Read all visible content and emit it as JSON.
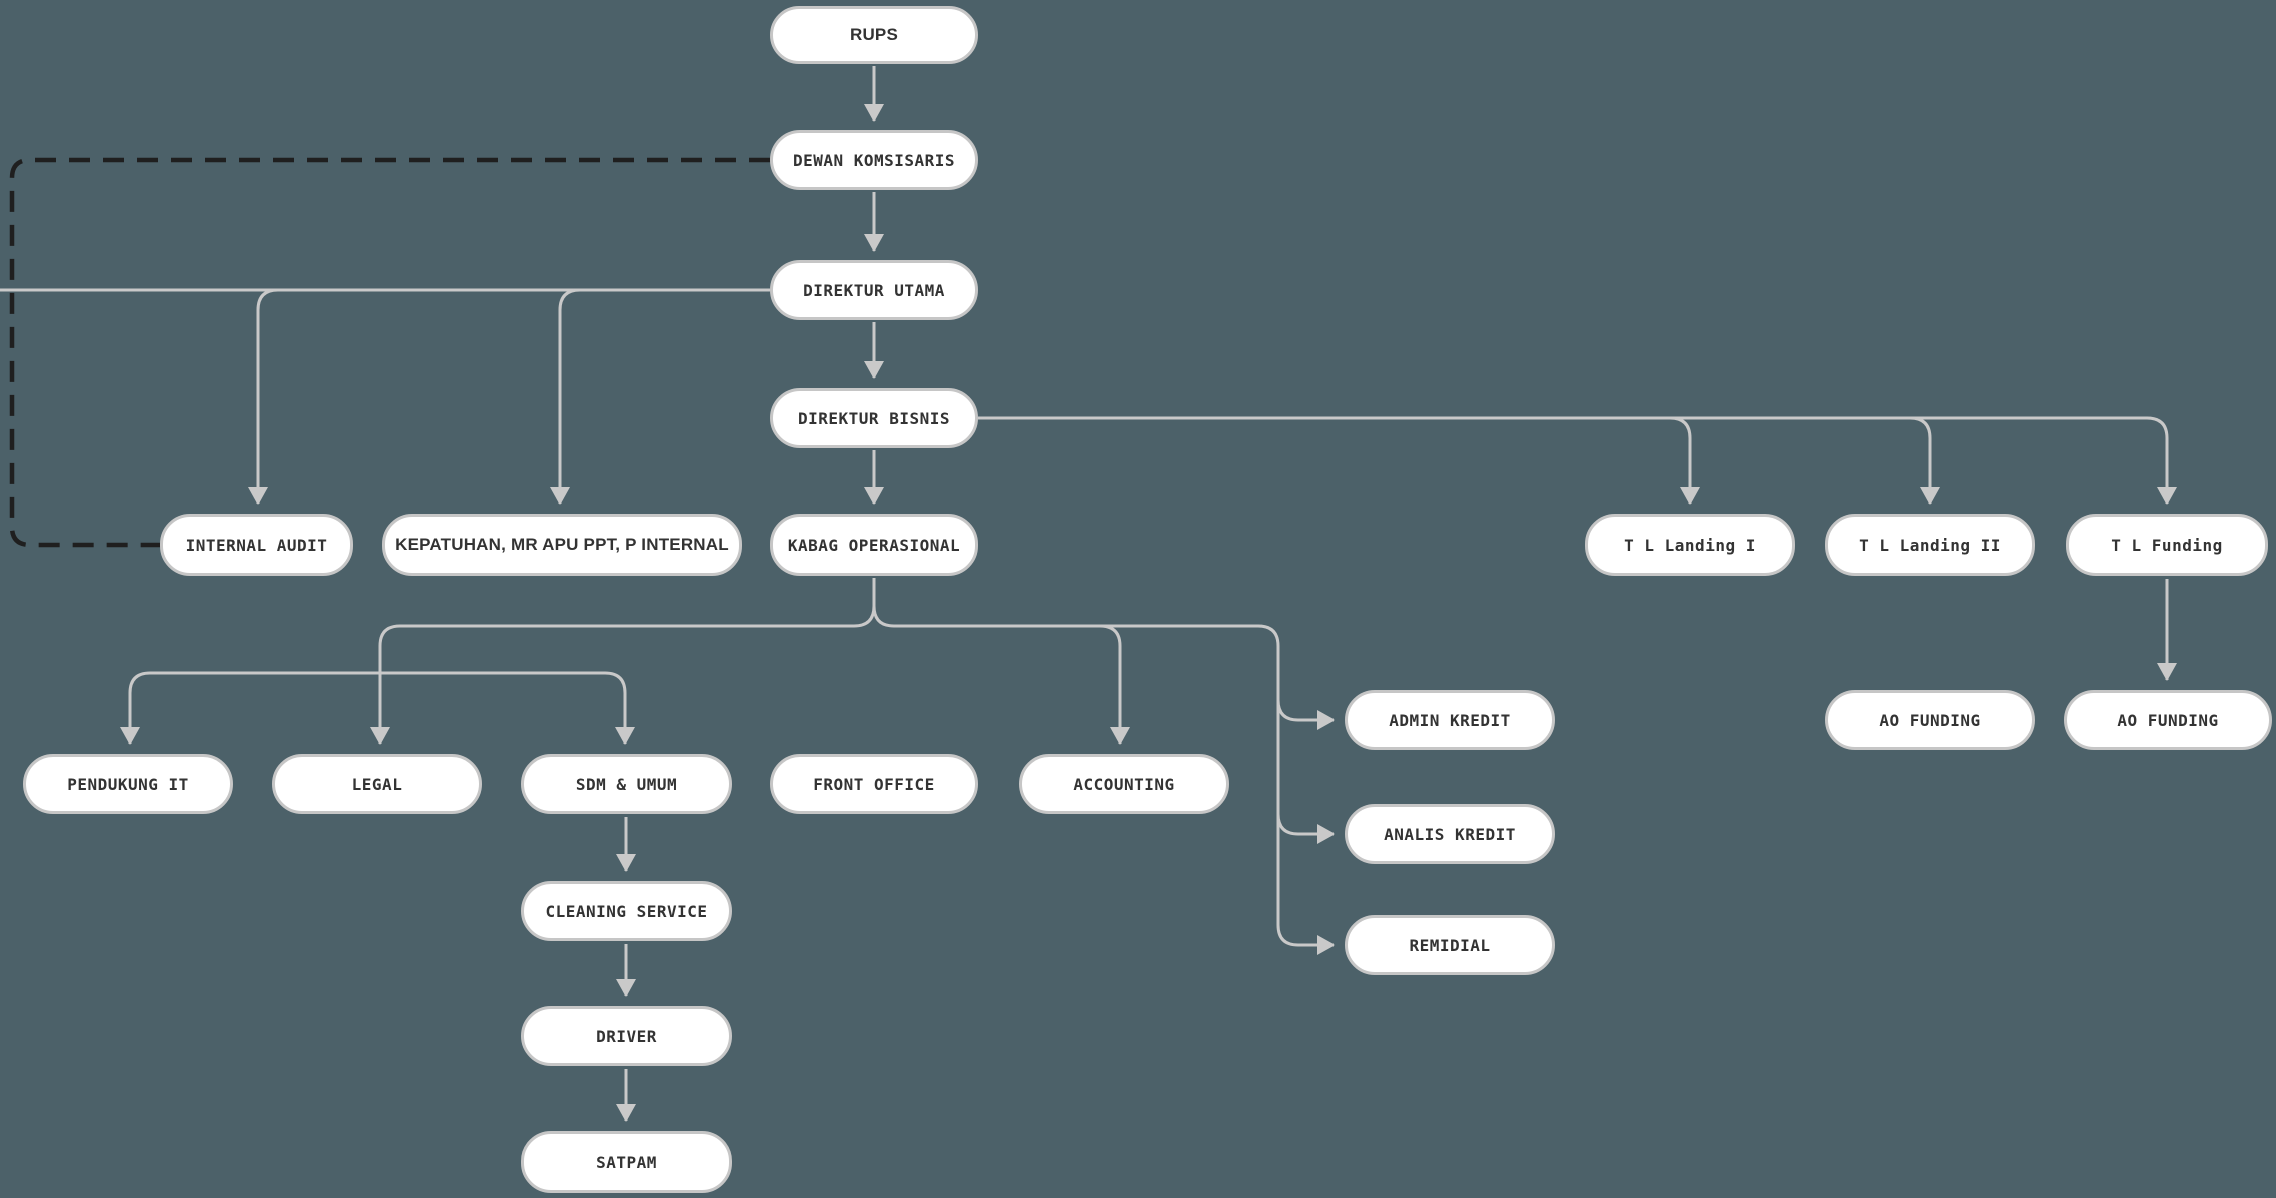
{
  "diagram": {
    "type": "org-chart",
    "colors": {
      "background": "#4C6169",
      "node_fill": "#FFFFFF",
      "node_border": "#C6C6C6",
      "node_text": "#333333",
      "edge": "#C9C9C9",
      "edge_dashed": "#1F1F1F"
    },
    "nodes": {
      "rups": {
        "label": "RUPS"
      },
      "dewan_komsisaris": {
        "label": "DEWAN KOMSISARIS"
      },
      "direktur_utama": {
        "label": "DIREKTUR UTAMA"
      },
      "direktur_bisnis": {
        "label": "DIREKTUR BISNIS"
      },
      "kabag_operasional": {
        "label": "KABAG OPERASIONAL"
      },
      "internal_audit": {
        "label": "INTERNAL AUDIT"
      },
      "kepatuhan": {
        "label": "KEPATUHAN, MR APU PPT, P INTERNAL"
      },
      "tl_landing_1": {
        "label": "T L Landing I"
      },
      "tl_landing_2": {
        "label": "T L Landing II"
      },
      "tl_funding": {
        "label": "T L Funding"
      },
      "ao_funding_1": {
        "label": "AO FUNDING"
      },
      "ao_funding_2": {
        "label": "AO FUNDING"
      },
      "admin_kredit": {
        "label": "ADMIN KREDIT"
      },
      "analis_kredit": {
        "label": "ANALIS KREDIT"
      },
      "remidial": {
        "label": "REMIDIAL"
      },
      "pendukung_it": {
        "label": "PENDUKUNG IT"
      },
      "legal": {
        "label": "LEGAL"
      },
      "sdm_umum": {
        "label": "SDM & UMUM"
      },
      "front_office": {
        "label": "FRONT OFFICE"
      },
      "accounting": {
        "label": "ACCOUNTING"
      },
      "cleaning_service": {
        "label": "CLEANING SERVICE"
      },
      "driver": {
        "label": "DRIVER"
      },
      "satpam": {
        "label": "SATPAM"
      }
    },
    "edges": [
      {
        "from": "rups",
        "to": "dewan_komsisaris",
        "style": "solid",
        "arrow": true
      },
      {
        "from": "dewan_komsisaris",
        "to": "direktur_utama",
        "style": "solid",
        "arrow": true
      },
      {
        "from": "direktur_utama",
        "to": "direktur_bisnis",
        "style": "solid",
        "arrow": true
      },
      {
        "from": "direktur_bisnis",
        "to": "kabag_operasional",
        "style": "solid",
        "arrow": true
      },
      {
        "from": "direktur_utama",
        "to": "internal_audit",
        "style": "solid",
        "arrow": true
      },
      {
        "from": "direktur_utama",
        "to": "kepatuhan",
        "style": "solid",
        "arrow": true
      },
      {
        "from": "direktur_bisnis",
        "to": "tl_landing_1",
        "style": "solid",
        "arrow": true
      },
      {
        "from": "direktur_bisnis",
        "to": "tl_landing_2",
        "style": "solid",
        "arrow": true
      },
      {
        "from": "direktur_bisnis",
        "to": "tl_funding",
        "style": "solid",
        "arrow": true
      },
      {
        "from": "tl_funding",
        "to": "ao_funding_2",
        "style": "solid",
        "arrow": true
      },
      {
        "from": "kabag_operasional",
        "to": "pendukung_it",
        "style": "solid",
        "arrow": true
      },
      {
        "from": "kabag_operasional",
        "to": "legal",
        "style": "solid",
        "arrow": true
      },
      {
        "from": "kabag_operasional",
        "to": "sdm_umum",
        "style": "solid",
        "arrow": true
      },
      {
        "from": "kabag_operasional",
        "to": "accounting",
        "style": "solid",
        "arrow": true
      },
      {
        "from": "kabag_operasional",
        "to": "admin_kredit",
        "style": "solid",
        "arrow": true
      },
      {
        "from": "kabag_operasional",
        "to": "analis_kredit",
        "style": "solid",
        "arrow": true
      },
      {
        "from": "kabag_operasional",
        "to": "remidial",
        "style": "solid",
        "arrow": true
      },
      {
        "from": "sdm_umum",
        "to": "cleaning_service",
        "style": "solid",
        "arrow": true
      },
      {
        "from": "cleaning_service",
        "to": "driver",
        "style": "solid",
        "arrow": true
      },
      {
        "from": "driver",
        "to": "satpam",
        "style": "solid",
        "arrow": true
      },
      {
        "from": "dewan_komsisaris",
        "to": "internal_audit",
        "style": "dashed",
        "arrow": false
      }
    ],
    "unconnected_nodes": [
      "front_office",
      "ao_funding_1"
    ]
  }
}
